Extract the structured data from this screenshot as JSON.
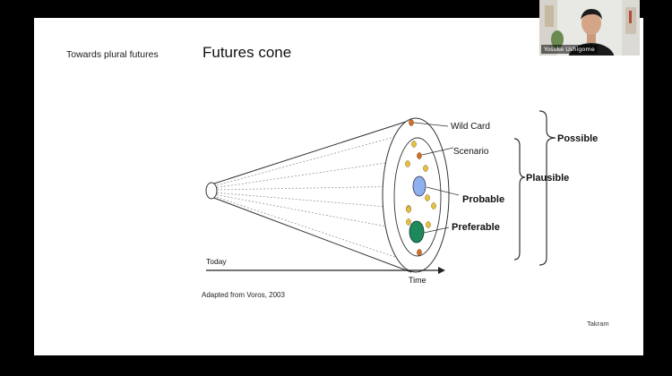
{
  "slide": {
    "section_label": "Towards plural futures",
    "title": "Futures cone",
    "credit": "Adapted from Voros, 2003",
    "brand": "Takram"
  },
  "diagram": {
    "labels": {
      "wild_card": "Wild Card",
      "scenario": "Scenario",
      "probable": "Probable",
      "preferable": "Preferable",
      "possible": "Possible",
      "plausible": "Plausible",
      "today": "Today",
      "time": "Time"
    },
    "colors": {
      "probable": "#8fb0f0",
      "preferable": "#1e8a5c",
      "scenario_dot": "#e8c040",
      "wild_card_dot": "#d07028"
    }
  },
  "webcam": {
    "participant_name": "Yosuke Ushigome"
  }
}
